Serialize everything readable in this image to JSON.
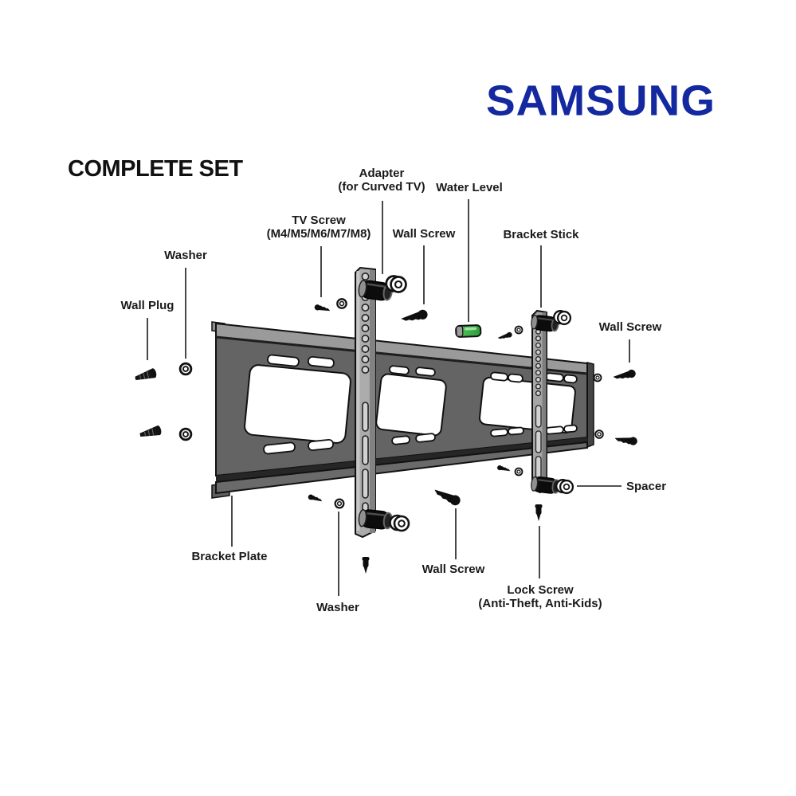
{
  "brand": {
    "logo_text": "SAMSUNG",
    "logo_color": "#1428a0"
  },
  "title": "COMPLETE SET",
  "labels": {
    "adapter": {
      "line1": "Adapter",
      "line2": "(for Curved TV)"
    },
    "water_level": "Water Level",
    "tv_screw": {
      "line1": "TV Screw",
      "line2": "(M4/M5/M6/M7/M8)"
    },
    "wall_screw_top": "Wall Screw",
    "bracket_stick": "Bracket Stick",
    "washer_left": "Washer",
    "wall_plug": "Wall Plug",
    "wall_screw_right": "Wall Screw",
    "spacer": "Spacer",
    "bracket_plate": "Bracket Plate",
    "washer_bottom": "Washer",
    "wall_screw_bottom": "Wall Screw",
    "lock_screw": {
      "line1": "Lock Screw",
      "line2": "(Anti-Theft, Anti-Kids)"
    }
  },
  "colors": {
    "samsung_blue": "#1428a0",
    "ink": "#1a1a1a",
    "plate_gray": "#646464",
    "plate_bevel_gray": "#9a9a9a",
    "stick_gray": "#aaaaaa",
    "water_level_green": "#3fbf4e"
  }
}
